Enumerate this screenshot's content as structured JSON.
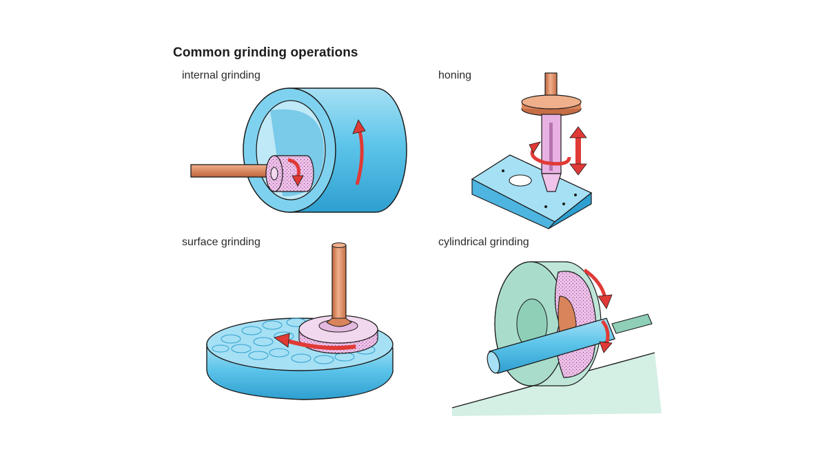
{
  "figure": {
    "title": "Common grinding operations",
    "panels": [
      {
        "key": "internal",
        "label": "internal grinding"
      },
      {
        "key": "honing",
        "label": "honing"
      },
      {
        "key": "surface",
        "label": "surface grinding"
      },
      {
        "key": "cylindrical",
        "label": "cylindrical grinding"
      }
    ]
  },
  "colors": {
    "workpiece_blue": "#5ec5ea",
    "workpiece_light": "#a9e2f5",
    "workpiece_dark": "#2e9fd0",
    "copper": "#d9845a",
    "copper_light": "#f0b08c",
    "wheel_pink": "#e7b2e2",
    "arrow_red": "#e03a36",
    "wheel_green": "#a9dccb",
    "outline": "#1a1a1a"
  }
}
